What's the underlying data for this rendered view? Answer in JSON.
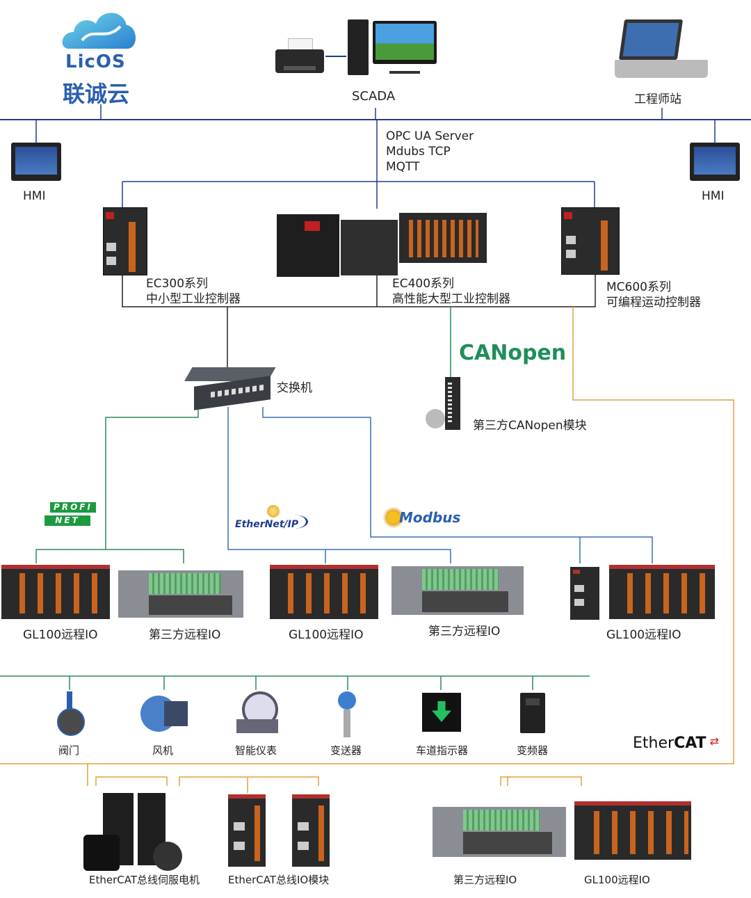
{
  "licos": {
    "logo_en": "LicOS",
    "logo_cn": "联诚云"
  },
  "top": {
    "scada": "SCADA",
    "engineer_station": "工程师站",
    "protocols": [
      "OPC UA Server",
      "Mdubs TCP",
      "MQTT"
    ],
    "hmi_left": "HMI",
    "hmi_right": "HMI"
  },
  "controllers": {
    "ec300": {
      "series": "EC300系列",
      "desc": "中小型工业控制器"
    },
    "ec400": {
      "series": "EC400系列",
      "desc": "高性能大型工业控制器"
    },
    "mc600": {
      "series": "MC600系列",
      "desc": "可编程运动控制器"
    }
  },
  "network": {
    "switch": "交换机",
    "canopen_logo": "CANopen",
    "canopen_module": "第三方CANopen模块",
    "profinet_logo": [
      "PROFI",
      "NET"
    ],
    "ethernetip_logo": "EtherNet/IP",
    "modbus_logo": "Modbus",
    "ethercat_logo_a": "Ether",
    "ethercat_logo_b": "CAT"
  },
  "remote_io": {
    "gl100_a": "GL100远程IO",
    "third_a": "第三方远程IO",
    "gl100_b": "GL100远程IO",
    "third_b": "第三方远程IO",
    "gl100_c": "GL100远程IO"
  },
  "field_devices": [
    "阀门",
    "风机",
    "智能仪表",
    "变送器",
    "车道指示器",
    "变频器"
  ],
  "ethercat_devices": {
    "servo": "EtherCAT总线伺服电机",
    "io_module": "EtherCAT总线IO模块",
    "third_io": "第三方远程IO",
    "gl100": "GL100远程IO"
  },
  "colors": {
    "main_bus": "#1f3d8a",
    "switch_green": "#2e8b57",
    "switch_blue": "#3a6fb8",
    "ethercat_orange": "#e0a040",
    "canopen_green": "#1f8f5a",
    "profinet_green": "#1b9a3f",
    "field_line": "#2e8b57"
  }
}
